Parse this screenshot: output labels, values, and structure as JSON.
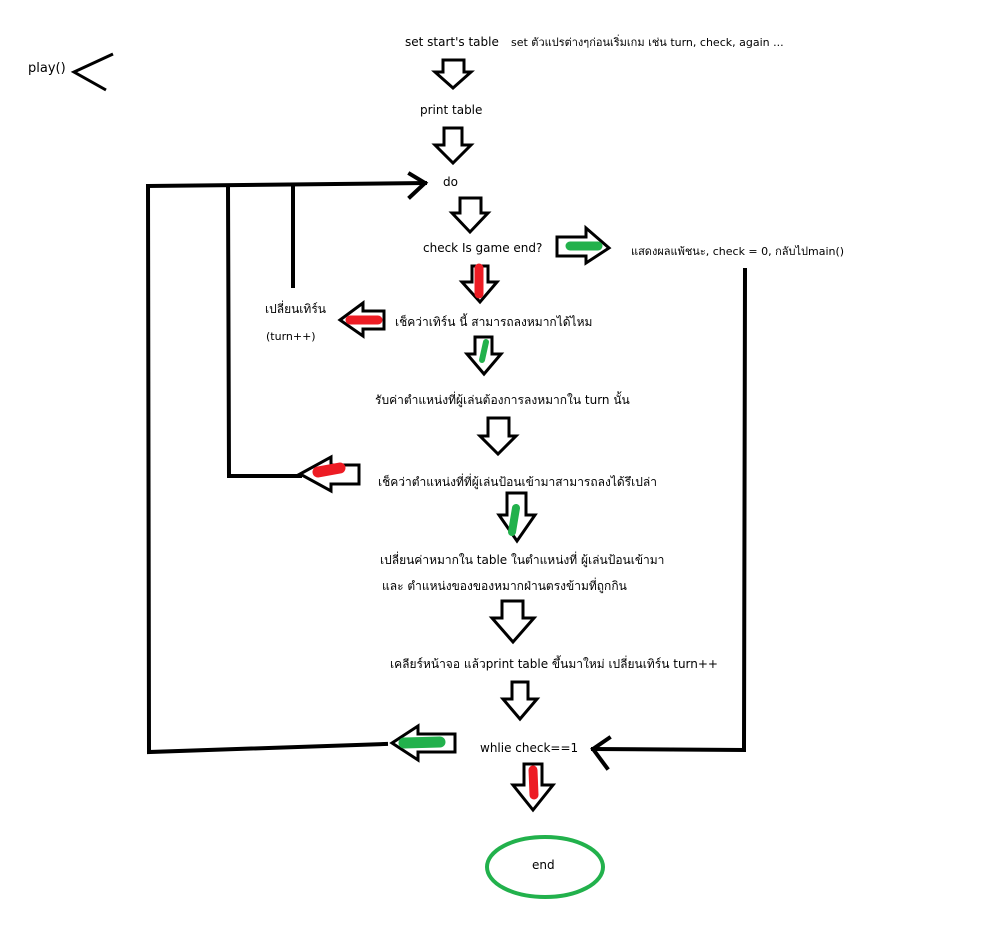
{
  "colors": {
    "stroke": "#000000",
    "red": "#ed1c24",
    "green": "#22b14c",
    "background": "#ffffff"
  },
  "labels": {
    "play": "play()",
    "setTable": "set start's table",
    "setVars": "set ตัวแปรต่างๆก่อนเริ่มเกม เช่น turn, check, again ...",
    "printTable": "print table",
    "doLabel": "do",
    "checkEnd": "check Is game end?",
    "showResult": "แสดงผลแพ้ชนะ, check = 0,  กลับไปmain()",
    "changeTurn": "เปลี่ยนเทิร์น",
    "turnInc": "(turn++)",
    "checkTurn": "เช็คว่าเทิร์น นี้ สามารถลงหมากได้ไหม",
    "getPos": "รับค่าตำแหน่งที่ผู้เล่นต้องการลงหมากใน turn นั้น",
    "checkPos": "เช็คว่าตำแหน่งที่ที่ผู้เล่นป้อนเข้ามาสามารถลงได้รึเปล่า",
    "changeValue1": "เปลี่ยนค่าหมากใน table ในตำแหน่งที่ ผู้เล่นป้อนเข้ามา",
    "changeValue2": "และ ตำแหน่งของของหมากฝ่านตรงข้ามที่ถูกกิน",
    "clearScreen": "เคลียร์หน้าจอ แล้วprint table ขึ้นมาใหม่  เปลี่ยนเทิร์น turn++",
    "whileCheck": "whlie check==1",
    "endLabel": "end"
  }
}
